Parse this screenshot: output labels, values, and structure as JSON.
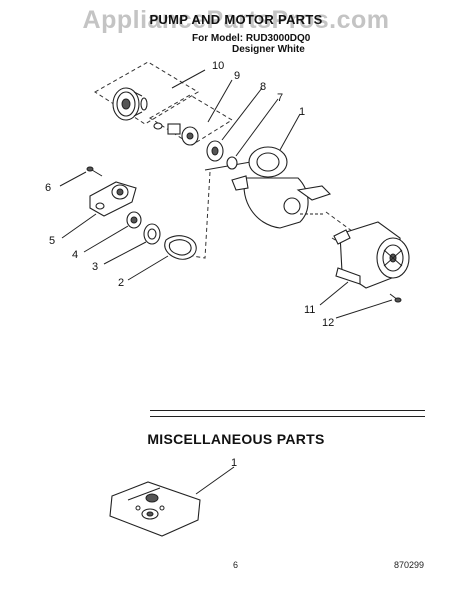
{
  "watermark": "AppliancePartsPros.com",
  "header": {
    "title": "PUMP AND MOTOR PARTS",
    "model_line": "For Model: RUD3000DQ0",
    "finish": "Designer White"
  },
  "pump_diagram": {
    "callouts": [
      "10",
      "9",
      "8",
      "7",
      "1",
      "6",
      "5",
      "4",
      "3",
      "2",
      "11",
      "12"
    ]
  },
  "misc_section": {
    "title": "MISCELLANEOUS PARTS",
    "callouts": [
      "1"
    ]
  },
  "footer": {
    "page_number": "6",
    "doc_number": "870299"
  }
}
